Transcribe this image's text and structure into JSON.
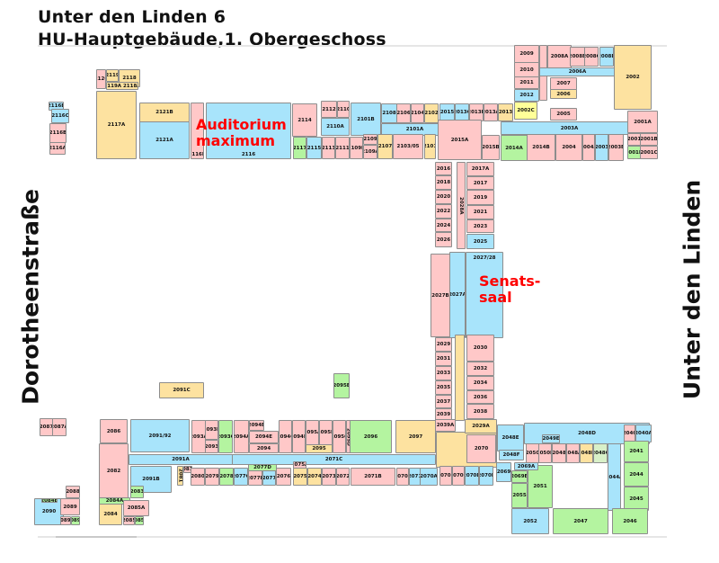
{
  "header": {
    "line1": "Unter den Linden 6",
    "line2": "HU-Hauptgebäude,1. Obergeschoss"
  },
  "streets": {
    "west": "Dorotheenstraße",
    "east": "Unter den Linden"
  },
  "halls": {
    "auditorium_line1": "Auditorium",
    "auditorium_line2": "maximum",
    "senat_line1": "Senats-",
    "senat_line2": "saal"
  },
  "colors": {
    "pink": "#ffc8c8",
    "blue": "#a8e4fb",
    "yellow": "#fde2a0",
    "green": "#b4f4a0",
    "lightyellow": "#ffff99",
    "lightgreen": "#d8f0c8"
  },
  "rooms": [
    {
      "label": "2116E",
      "type": "blue"
    },
    {
      "label": "2116C",
      "type": "blue"
    },
    {
      "label": "2116B",
      "type": "pink"
    },
    {
      "label": "2116A",
      "type": "pink"
    },
    {
      "label": "2120",
      "type": "pink"
    },
    {
      "label": "2119",
      "type": "yellow"
    },
    {
      "label": "2118",
      "type": "yellow"
    },
    {
      "label": "2119A 2118A",
      "type": "yellow"
    },
    {
      "label": "2117A",
      "type": "yellow"
    },
    {
      "label": "2121B",
      "type": "yellow"
    },
    {
      "label": "2121A",
      "type": "blue"
    },
    {
      "label": "2116D",
      "type": "pink"
    },
    {
      "label": "2116",
      "type": "blue"
    },
    {
      "label": "2114",
      "type": "pink"
    },
    {
      "label": "2117",
      "type": "green"
    },
    {
      "label": "2112",
      "type": "pink"
    },
    {
      "label": "2110",
      "type": "pink"
    },
    {
      "label": "2110A",
      "type": "blue"
    },
    {
      "label": "2101B",
      "type": "blue"
    },
    {
      "label": "2108",
      "type": "blue"
    },
    {
      "label": "2106",
      "type": "pink"
    },
    {
      "label": "2104",
      "type": "pink"
    },
    {
      "label": "2102",
      "type": "yellow"
    },
    {
      "label": "2101A",
      "type": "blue"
    },
    {
      "label": "2115",
      "type": "blue"
    },
    {
      "label": "2113",
      "type": "pink"
    },
    {
      "label": "2111",
      "type": "pink"
    },
    {
      "label": "2109B",
      "type": "pink"
    },
    {
      "label": "2109",
      "type": "pink"
    },
    {
      "label": "2109A",
      "type": "pink"
    },
    {
      "label": "2107",
      "type": "yellow"
    },
    {
      "label": "2103/05",
      "type": "pink"
    },
    {
      "label": "2101",
      "type": "yellow"
    },
    {
      "label": "2015",
      "type": "blue"
    },
    {
      "label": "2013C",
      "type": "blue"
    },
    {
      "label": "2013B",
      "type": "pink"
    },
    {
      "label": "2013A",
      "type": "pink"
    },
    {
      "label": "2013",
      "type": "yellow"
    },
    {
      "label": "2002C",
      "type": "lightyellow"
    },
    {
      "label": "2015A",
      "type": "pink"
    },
    {
      "label": "2015B",
      "type": "pink"
    },
    {
      "label": "2009",
      "type": "pink"
    },
    {
      "label": "2010",
      "type": "pink"
    },
    {
      "label": "2011",
      "type": "pink"
    },
    {
      "label": "2012",
      "type": "blue"
    },
    {
      "label": "",
      "type": "pink"
    },
    {
      "label": "2008A",
      "type": "pink"
    },
    {
      "label": "2008B",
      "type": "pink"
    },
    {
      "label": "2008C",
      "type": "pink"
    },
    {
      "label": "2008D",
      "type": "blue"
    },
    {
      "label": "2006A",
      "type": "blue"
    },
    {
      "label": "2007",
      "type": "pink"
    },
    {
      "label": "2006",
      "type": "yellow"
    },
    {
      "label": "2005",
      "type": "pink"
    },
    {
      "label": "2002",
      "type": "yellow"
    },
    {
      "label": "2003A",
      "type": "blue"
    },
    {
      "label": "2014A",
      "type": "green"
    },
    {
      "label": "2014B",
      "type": "pink"
    },
    {
      "label": "2004",
      "type": "pink"
    },
    {
      "label": "2004A",
      "type": "pink"
    },
    {
      "label": "2003",
      "type": "blue"
    },
    {
      "label": "2003B",
      "type": "pink"
    },
    {
      "label": "2001A",
      "type": "pink"
    },
    {
      "label": "2001",
      "type": "pink"
    },
    {
      "label": "2001B",
      "type": "pink"
    },
    {
      "label": "2001D",
      "type": "green"
    },
    {
      "label": "2001C",
      "type": "pink"
    },
    {
      "label": "2016",
      "type": "pink"
    },
    {
      "label": "2018",
      "type": "pink"
    },
    {
      "label": "2020",
      "type": "pink"
    },
    {
      "label": "2022",
      "type": "pink"
    },
    {
      "label": "2024",
      "type": "pink"
    },
    {
      "label": "2026",
      "type": "pink"
    },
    {
      "label": "2017A",
      "type": "pink"
    },
    {
      "label": "2017",
      "type": "pink"
    },
    {
      "label": "2019",
      "type": "pink"
    },
    {
      "label": "2021",
      "type": "pink"
    },
    {
      "label": "2023",
      "type": "pink"
    },
    {
      "label": "2025",
      "type": "blue"
    },
    {
      "label": "2028A",
      "type": "pink"
    },
    {
      "label": "2027B",
      "type": "pink"
    },
    {
      "label": "2027A",
      "type": "blue"
    },
    {
      "label": "2027/28",
      "type": "blue"
    },
    {
      "label": "2029",
      "type": "pink"
    },
    {
      "label": "2031",
      "type": "pink"
    },
    {
      "label": "2033",
      "type": "pink"
    },
    {
      "label": "2035",
      "type": "pink"
    },
    {
      "label": "2037",
      "type": "pink"
    },
    {
      "label": "2039",
      "type": "pink"
    },
    {
      "label": "",
      "type": "yellow"
    },
    {
      "label": "2030",
      "type": "pink"
    },
    {
      "label": "2032",
      "type": "pink"
    },
    {
      "label": "2034",
      "type": "pink"
    },
    {
      "label": "2036",
      "type": "pink"
    },
    {
      "label": "2038",
      "type": "pink"
    },
    {
      "label": "",
      "type": "yellow"
    },
    {
      "label": "2039A",
      "type": "pink"
    },
    {
      "label": "2029A",
      "type": "yellow"
    },
    {
      "label": "2070",
      "type": "pink"
    },
    {
      "label": "2091C",
      "type": "yellow"
    },
    {
      "label": "2095E",
      "type": "green"
    },
    {
      "label": "2087",
      "type": "pink"
    },
    {
      "label": "2087A",
      "type": "pink"
    },
    {
      "label": "2086",
      "type": "pink"
    },
    {
      "label": "2082",
      "type": "pink"
    },
    {
      "label": "2091/92",
      "type": "blue"
    },
    {
      "label": "2091A",
      "type": "blue"
    },
    {
      "label": "2071C",
      "type": "blue"
    },
    {
      "label": "2093A",
      "type": "pink"
    },
    {
      "label": "2093B",
      "type": "pink"
    },
    {
      "label": "2093",
      "type": "pink"
    },
    {
      "label": "2093C",
      "type": "green"
    },
    {
      "label": "2094A",
      "type": "pink"
    },
    {
      "label": "2094B",
      "type": "pink"
    },
    {
      "label": "2094E",
      "type": "pink"
    },
    {
      "label": "2094",
      "type": "pink"
    },
    {
      "label": "2094C",
      "type": "pink"
    },
    {
      "label": "2094D",
      "type": "pink"
    },
    {
      "label": "2095A",
      "type": "pink"
    },
    {
      "label": "2095B",
      "type": "pink"
    },
    {
      "label": "2095C",
      "type": "pink"
    },
    {
      "label": "2095D",
      "type": "pink"
    },
    {
      "label": "2095",
      "type": "yellow"
    },
    {
      "label": "2096",
      "type": "green"
    },
    {
      "label": "2097",
      "type": "yellow"
    },
    {
      "label": "2091B",
      "type": "blue"
    },
    {
      "label": "2081",
      "type": "yellow"
    },
    {
      "label": "2081A",
      "type": "pink"
    },
    {
      "label": "2080",
      "type": "pink"
    },
    {
      "label": "2079",
      "type": "pink"
    },
    {
      "label": "2078",
      "type": "green"
    },
    {
      "label": "2077C",
      "type": "blue"
    },
    {
      "label": "2077B",
      "type": "pink"
    },
    {
      "label": "2077",
      "type": "blue"
    },
    {
      "label": "2077D",
      "type": "green"
    },
    {
      "label": "2076",
      "type": "pink"
    },
    {
      "label": "2075A",
      "type": "pink"
    },
    {
      "label": "2075",
      "type": "yellow"
    },
    {
      "label": "2074",
      "type": "yellow"
    },
    {
      "label": "2073",
      "type": "pink"
    },
    {
      "label": "2072",
      "type": "pink"
    },
    {
      "label": "2071B",
      "type": "pink"
    },
    {
      "label": "2070F",
      "type": "pink"
    },
    {
      "label": "2071",
      "type": "blue"
    },
    {
      "label": "2070A",
      "type": "blue"
    },
    {
      "label": "2070B",
      "type": "pink"
    },
    {
      "label": "2070C",
      "type": "pink"
    },
    {
      "label": "2070D",
      "type": "blue"
    },
    {
      "label": "2070E",
      "type": "blue"
    },
    {
      "label": "2069",
      "type": "blue"
    },
    {
      "label": "2083",
      "type": "green"
    },
    {
      "label": "2084A",
      "type": "green"
    },
    {
      "label": "2084",
      "type": "yellow"
    },
    {
      "label": "2085A",
      "type": "pink"
    },
    {
      "label": "2085",
      "type": "pink"
    },
    {
      "label": "2085C",
      "type": "green"
    },
    {
      "label": "2088",
      "type": "pink"
    },
    {
      "label": "2090",
      "type": "blue"
    },
    {
      "label": "2084B",
      "type": "green"
    },
    {
      "label": "2089",
      "type": "pink"
    },
    {
      "label": "2089A",
      "type": "pink"
    },
    {
      "label": "2089B",
      "type": "green"
    },
    {
      "label": "2048E",
      "type": "blue"
    },
    {
      "label": "2048F",
      "type": "blue"
    },
    {
      "label": "2048D",
      "type": "blue"
    },
    {
      "label": "2049E",
      "type": "blue"
    },
    {
      "label": "2050",
      "type": "pink"
    },
    {
      "label": "2050B",
      "type": "pink"
    },
    {
      "label": "2048",
      "type": "pink"
    },
    {
      "label": "2048A",
      "type": "pink"
    },
    {
      "label": "2048B",
      "type": "yellow"
    },
    {
      "label": "2048C",
      "type": "lightgreen"
    },
    {
      "label": "2044A",
      "type": "blue"
    },
    {
      "label": "2040",
      "type": "pink"
    },
    {
      "label": "2040A",
      "type": "blue"
    },
    {
      "label": "2041",
      "type": "green"
    },
    {
      "label": "2044",
      "type": "green"
    },
    {
      "label": "2045",
      "type": "green"
    },
    {
      "label": "2046",
      "type": "green"
    },
    {
      "label": "2047",
      "type": "green"
    },
    {
      "label": "2052",
      "type": "blue"
    },
    {
      "label": "2051",
      "type": "green"
    },
    {
      "label": "2055",
      "type": "green"
    },
    {
      "label": "2069A",
      "type": "blue"
    },
    {
      "label": "2069B",
      "type": "green"
    }
  ]
}
